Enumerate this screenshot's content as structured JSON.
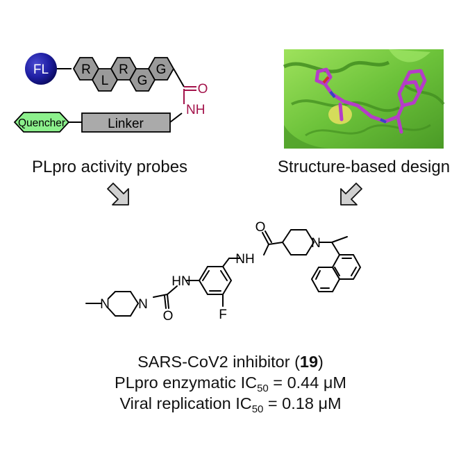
{
  "probe": {
    "title": "PLpro activity probes",
    "fluorophore": "FL",
    "residues": [
      "R",
      "L",
      "R",
      "G",
      "G"
    ],
    "carbonyl_o": "O",
    "amide_nh": "NH",
    "quencher": "Quencher",
    "linker": "Linker"
  },
  "design": {
    "title": "Structure-based design"
  },
  "molecule": {
    "atoms": {
      "o_top": "O",
      "nh_amide": "NH",
      "n_pip": "N",
      "hn_urea": "HN",
      "n_methylpip": "N",
      "n_urea": "N",
      "o_urea": "O",
      "f": "F"
    }
  },
  "summary": {
    "name_prefix": "SARS-CoV2 inhibitor (",
    "compound_number": "19",
    "name_suffix": ")",
    "line2_prefix": "PLpro enzymatic IC",
    "line2_sub": "50",
    "line2_value": " = 0.44 μM",
    "line3_prefix": "Viral replication IC",
    "line3_sub": "50",
    "line3_value": " = 0.18 μM"
  },
  "colors": {
    "fluorophore": "#1f1fa3",
    "residue_fill": "#9a9a9a",
    "quencher_fill": "#8cf08c",
    "linker_fill": "#aaaaaa",
    "amide_red": "#a3124a",
    "protein_green": "#7ccd42",
    "ligand_magenta": "#b53cc8",
    "arrow_fill": "#c8c8c8"
  }
}
